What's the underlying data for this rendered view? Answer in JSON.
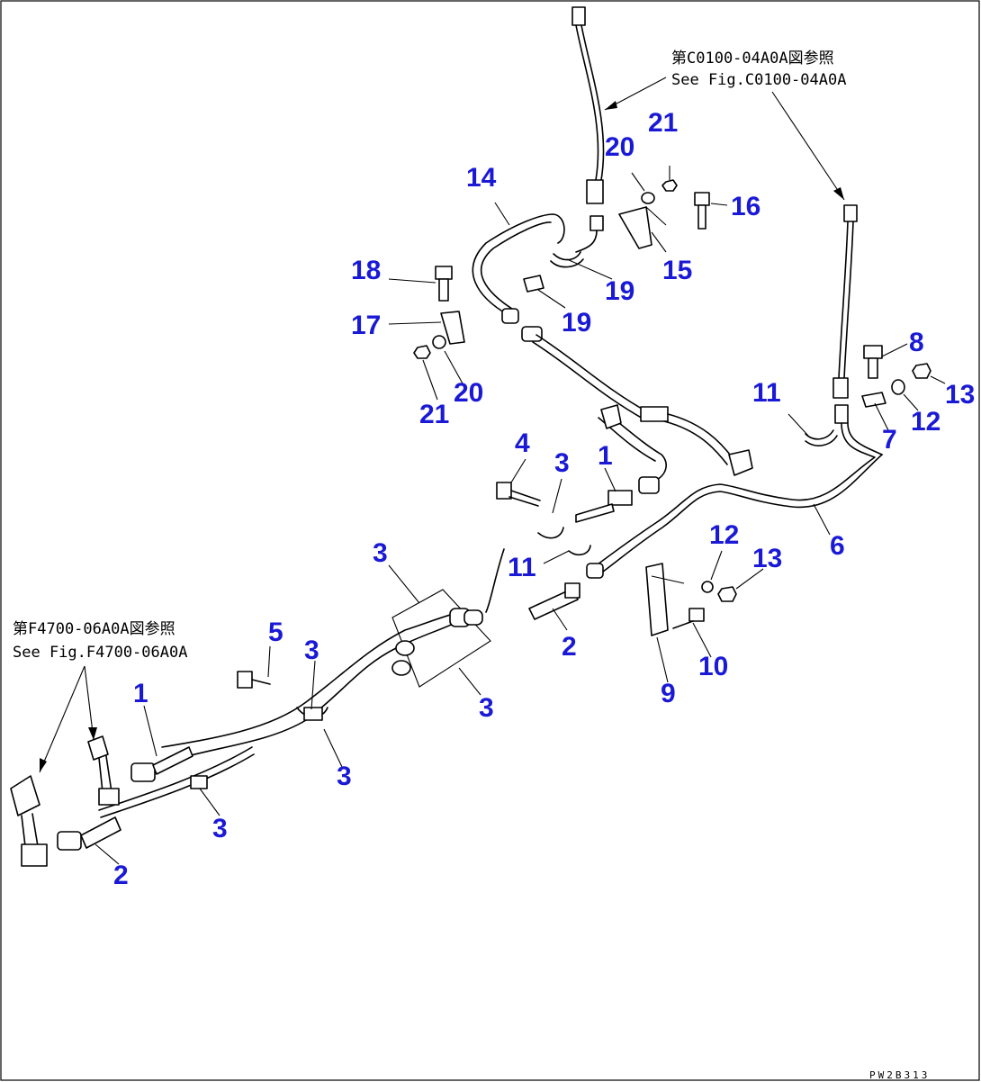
{
  "references": [
    {
      "jp": "第C0100-04A0A図参照",
      "en": "See Fig.C0100-04A0A"
    },
    {
      "jp": "第F4700-06A0A図参照",
      "en": "See Fig.F4700-06A0A"
    }
  ],
  "drawing_code": "PW2B313",
  "callouts": [
    "14",
    "20",
    "21",
    "16",
    "15",
    "19",
    "18",
    "19",
    "17",
    "20",
    "21",
    "8",
    "13",
    "11",
    "12",
    "7",
    "6",
    "4",
    "3",
    "1",
    "12",
    "13",
    "3",
    "11",
    "2",
    "10",
    "9",
    "5",
    "3",
    "1",
    "3",
    "3",
    "3",
    "2"
  ],
  "colors": {
    "callout": "#1a1ad6",
    "line": "#000000",
    "background": "#ffffff"
  }
}
